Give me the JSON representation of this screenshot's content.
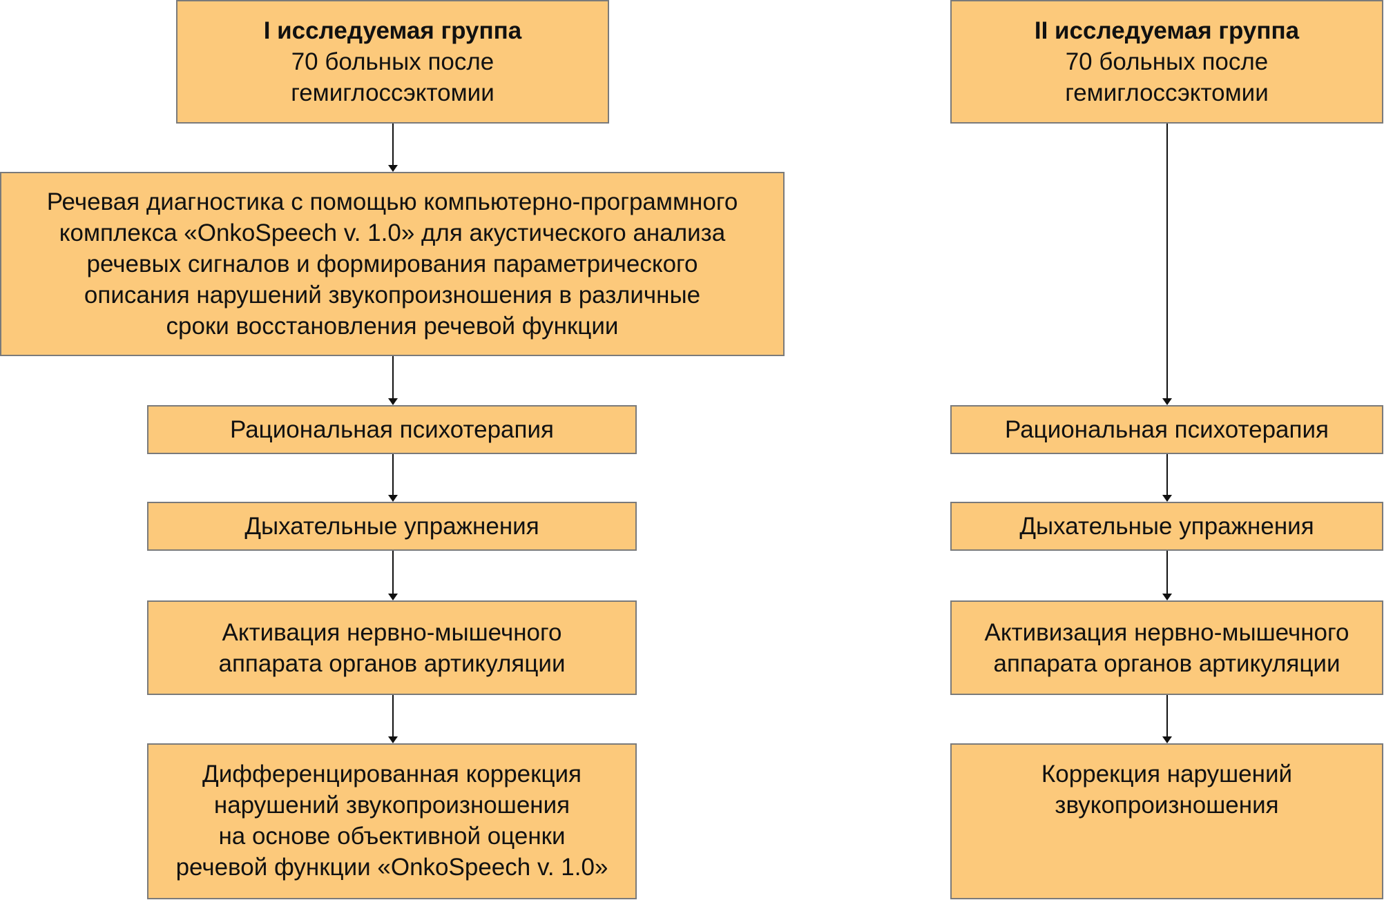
{
  "group1": {
    "title": "I исследуемая группа",
    "subtitle_line1": "70 больных после",
    "subtitle_line2": "гемиглоссэктомии",
    "diagnostics": [
      "Речевая диагностика с помощью компьютерно-программного",
      "комплекса «OnkoSpeech v. 1.0» для акустического анализа",
      "речевых сигналов и формирования параметрического",
      "описания нарушений звукопроизношения в различные",
      "сроки восстановления речевой функции"
    ],
    "step1": "Рациональная психотерапия",
    "step2": "Дыхательные упражнения",
    "step3": [
      "Активация нервно-мышечного",
      "аппарата органов артикуляции"
    ],
    "step4": [
      "Дифференцированная коррекция",
      "нарушений звукопроизношения",
      "на основе объективной оценки",
      "речевой функции «OnkoSpeech v. 1.0»"
    ]
  },
  "group2": {
    "title": "II исследуемая группа",
    "subtitle_line1": "70 больных после",
    "subtitle_line2": "гемиглоссэктомии",
    "step1": "Рациональная психотерапия",
    "step2": "Дыхательные упражнения",
    "step3": [
      "Активизация нервно-мышечного",
      "аппарата органов артикуляции"
    ],
    "step4": [
      "Коррекция нарушений",
      "звукопроизношения"
    ]
  },
  "colors": {
    "box_fill": "#fcc97b",
    "box_border": "#7a7a7a",
    "arrow": "#111111"
  }
}
